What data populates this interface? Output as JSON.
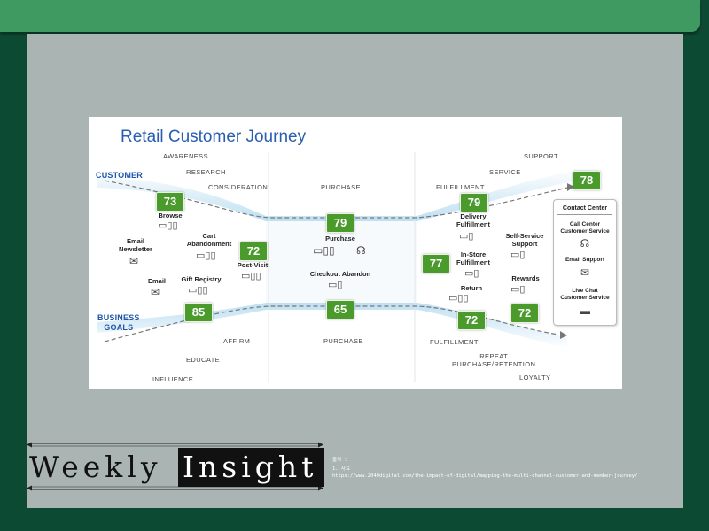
{
  "diagram": {
    "title": "Retail Customer Journey",
    "stage_labels": {
      "awareness": "AWARENESS",
      "research": "RESEARCH",
      "consideration": "CONSIDERATION",
      "purchase_top": "PURCHASE",
      "fulfillment_top": "FULFILLMENT",
      "service": "SERVICE",
      "support": "SUPPORT",
      "customer": "CUSTOMER",
      "business_goals": "BUSINESS\nGOALS",
      "affirm": "AFFIRM",
      "educate": "EDUCATE",
      "influence": "INFLUENCE",
      "purchase_bottom": "PURCHASE",
      "fulfillment_bottom": "FULFILLMENT",
      "repeat": "REPEAT\nPURCHASE/RETENTION",
      "loyalty": "LOYALTY"
    },
    "scores": {
      "browse": "73",
      "post_visit": "72",
      "gift_registry": "85",
      "purchase": "79",
      "checkout_abandon": "65",
      "delivery": "79",
      "instore": "77",
      "return": "72",
      "rewards": "72",
      "contact_center": "78"
    },
    "touchpoints": {
      "browse": "Browse",
      "email_newsletter": "Email\nNewsletter",
      "cart_abandonment": "Cart\nAbandonment",
      "post_visit": "Post-Visit",
      "email": "Email",
      "gift_registry": "Gift Registry",
      "purchase": "Purchase",
      "checkout_abandon": "Checkout Abandon",
      "delivery": "Delivery\nFulfillment",
      "instore": "In-Store\nFulfillment",
      "return": "Return",
      "self_service": "Self-Service\nSupport",
      "rewards": "Rewards"
    },
    "contact_center": {
      "title": "Contact Center",
      "call_center": "Call Center\nCustomer Service",
      "email_support": "Email Support",
      "live_chat": "Live Chat\nCustomer Service"
    },
    "colors": {
      "score_green": "#4a9a2c",
      "title_blue": "#2a5fb0"
    },
    "icons": {
      "devices": "▭▯▯",
      "devices_short": "▭▯",
      "envelope": "✉",
      "headset": "☊",
      "chat": "▬"
    }
  },
  "brand": {
    "weekly": "Weekly",
    "insight": "Insight"
  },
  "source": {
    "label": "출처 :",
    "item": "1. 자료",
    "url": "https://www.2040digital.com/the-impact-of-digital/mapping-the-multi-channel-customer-and-member-journey/"
  }
}
